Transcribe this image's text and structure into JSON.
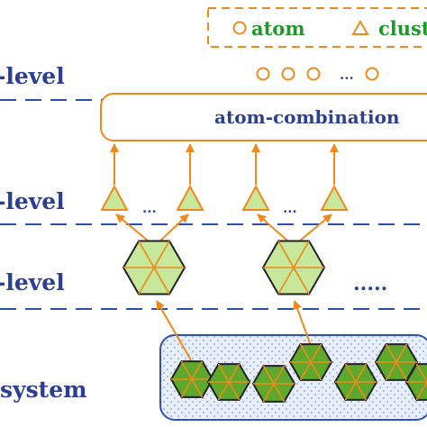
{
  "legend": {
    "atom_label": "atom",
    "cluster_label": "clust"
  },
  "levels": {
    "atom_level": "-level",
    "cluster_level": "-level",
    "structure_level": "-level",
    "system_level": "system"
  },
  "atom_row_ellipsis": "...",
  "combination_box_label": "atom-combination",
  "cluster_ellipsis_left": "...",
  "cluster_ellipsis_right": "...",
  "structure_ellipsis": ".....",
  "colors": {
    "orange": "#ee8a1c",
    "blue": "#2b3f93",
    "green_text": "#1f9a2a",
    "hex_fill": "#c7e89a",
    "hex_fill_dark": "#5ea82c",
    "system_box_fill": "#e6eefc"
  }
}
